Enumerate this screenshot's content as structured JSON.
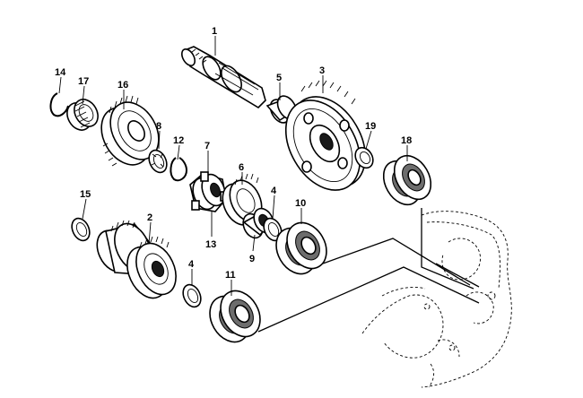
{
  "diagram": {
    "callouts": [
      {
        "id": "c1",
        "label": "1"
      },
      {
        "id": "c2",
        "label": "2"
      },
      {
        "id": "c3",
        "label": "3"
      },
      {
        "id": "c4a",
        "label": "4"
      },
      {
        "id": "c4b",
        "label": "4"
      },
      {
        "id": "c5",
        "label": "5"
      },
      {
        "id": "c6",
        "label": "6"
      },
      {
        "id": "c7",
        "label": "7"
      },
      {
        "id": "c8",
        "label": "8"
      },
      {
        "id": "c9",
        "label": "9"
      },
      {
        "id": "c10",
        "label": "10"
      },
      {
        "id": "c11",
        "label": "11"
      },
      {
        "id": "c12",
        "label": "12"
      },
      {
        "id": "c13",
        "label": "13"
      },
      {
        "id": "c14",
        "label": "14"
      },
      {
        "id": "c15",
        "label": "15"
      },
      {
        "id": "c16",
        "label": "16"
      },
      {
        "id": "c17",
        "label": "17"
      },
      {
        "id": "c18",
        "label": "18"
      },
      {
        "id": "c19",
        "label": "19"
      }
    ]
  }
}
